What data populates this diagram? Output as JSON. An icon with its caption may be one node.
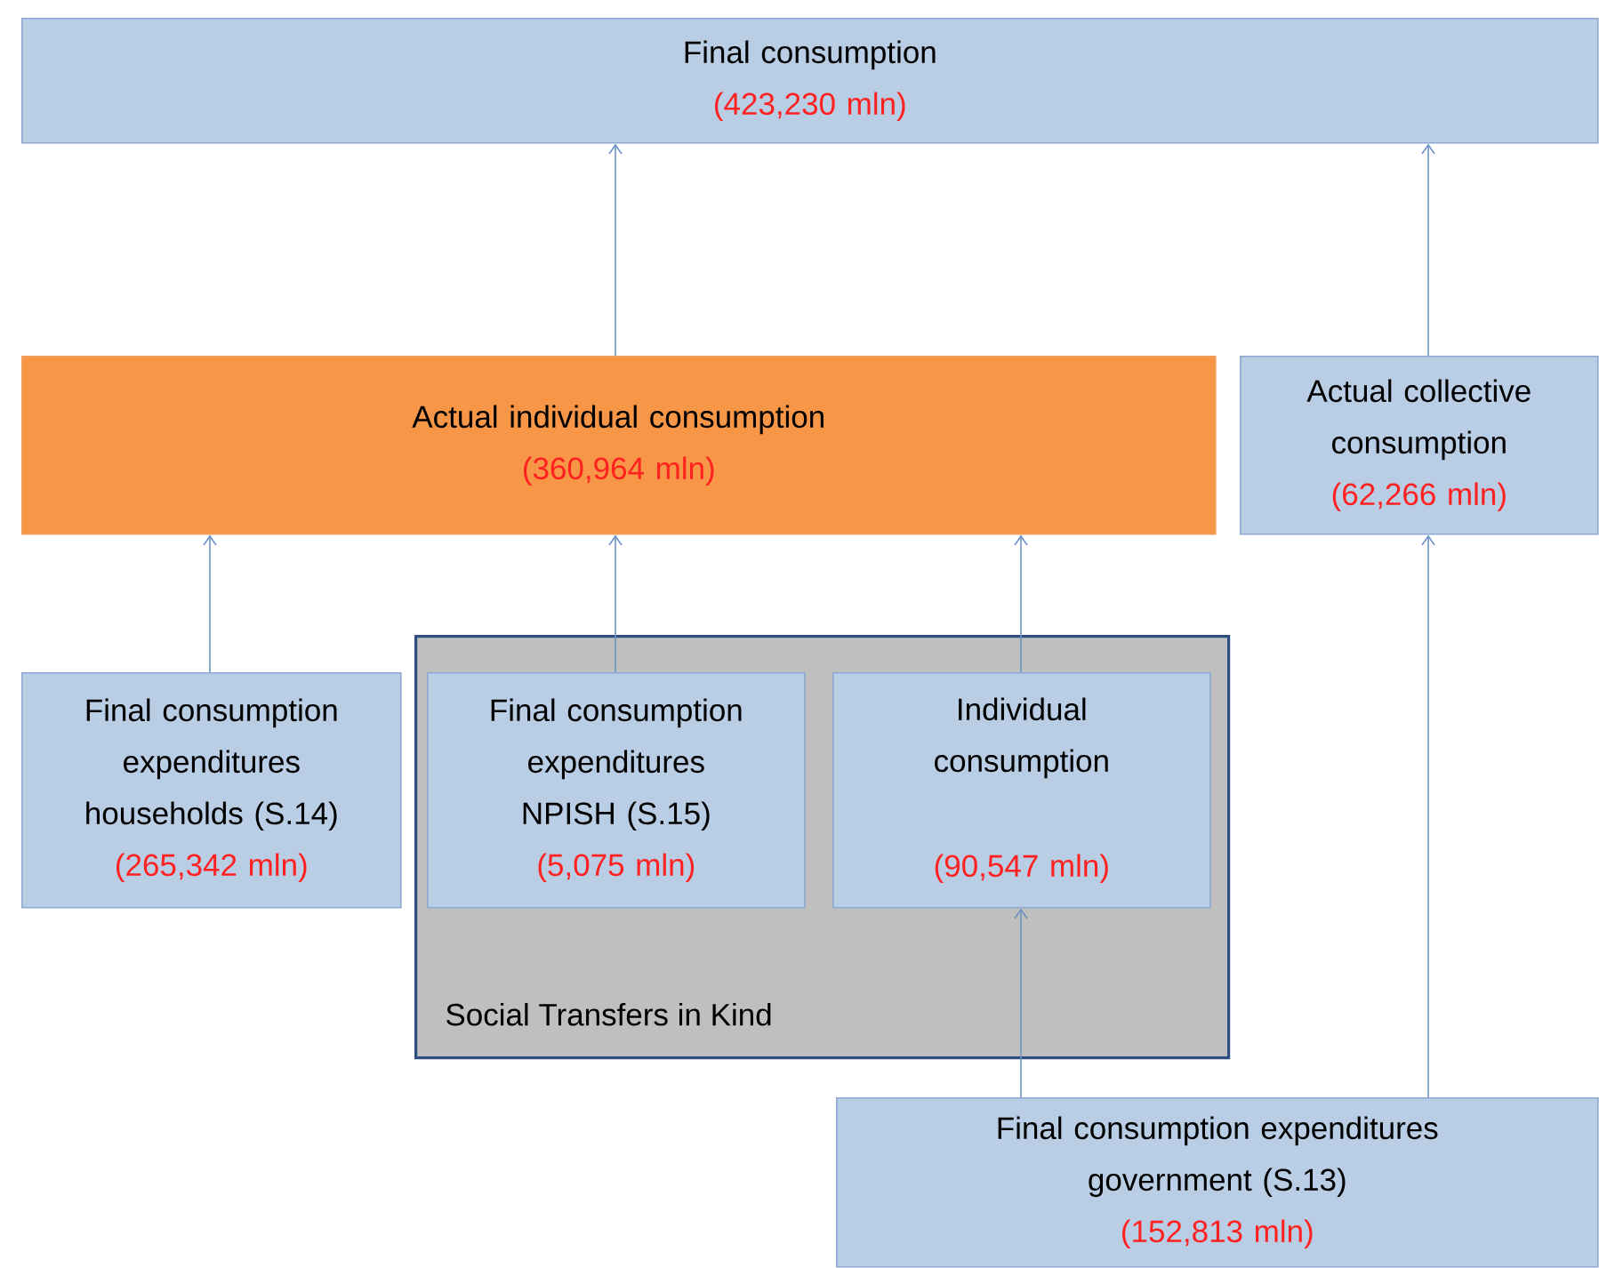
{
  "diagram": {
    "nodes": [
      {
        "text": [
          "Final consumption",
          "(423,230 mln)"
        ]
      },
      {
        "text": [
          "Actual individual consumption",
          "(360,964 mln)"
        ]
      },
      {
        "text": [
          "Actual collective consumption",
          "(62,266 mln)"
        ]
      },
      {
        "text": [
          "Final consumption expenditures households (S.14)",
          "(265,342 mln)"
        ]
      },
      {
        "text": [
          "Social Transfers in Kind"
        ]
      },
      {
        "text": [
          "Final consumption expenditures NPISH (S.15)",
          "(5,075 mln)"
        ],
        "in": 4
      },
      {
        "text": [
          "Individual consumption",
          "(90,547 mln)"
        ],
        "in": 4
      },
      {
        "text": [
          "Final consumption expenditures government (S.13)",
          "(152,813 mln)"
        ]
      }
    ],
    "edges": [
      {
        "from": 1,
        "to": 0,
        "arrow": "to"
      },
      {
        "from": 2,
        "to": 0,
        "arrow": "to"
      },
      {
        "from": 3,
        "to": 1,
        "arrow": "to"
      },
      {
        "from": 5,
        "to": 1,
        "arrow": "to"
      },
      {
        "from": 6,
        "to": 1,
        "arrow": "to"
      },
      {
        "from": 7,
        "to": 6,
        "arrow": "to"
      },
      {
        "from": 7,
        "to": 2,
        "arrow": "to"
      }
    ]
  }
}
